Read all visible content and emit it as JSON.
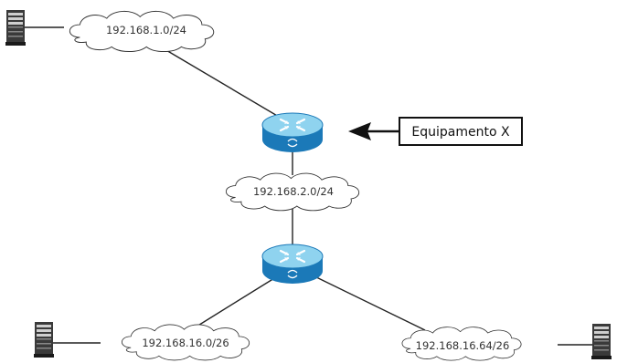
{
  "networks": {
    "top": "192.168.1.0/24",
    "middle": "192.168.2.0/24",
    "bottom_left": "192.168.16.0/26",
    "bottom_right": "192.168.16.64/26"
  },
  "callout": {
    "label": "Equipamento X"
  },
  "icons": {
    "router": "router-icon",
    "server": "server-icon",
    "cloud": "cloud-icon",
    "arrow": "arrow-left-icon"
  },
  "colors": {
    "router_top": "#8fd3ef",
    "router_side": "#1b79b8",
    "server_body": "#3a3a3a",
    "link": "#222222"
  }
}
